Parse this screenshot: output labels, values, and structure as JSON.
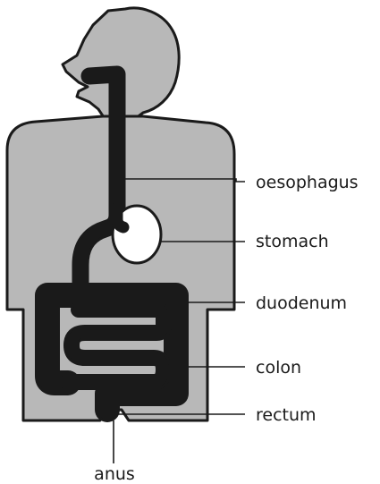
{
  "labels": {
    "oesophagus": "oesophagus",
    "stomach": "stomach",
    "duodenum": "duodenum",
    "colon": "colon",
    "rectum": "rectum",
    "anus": "anus"
  },
  "colors": {
    "body": "#b8b8b8",
    "outline": "#1a1a1a",
    "organ": "#ffffff",
    "stipple": "#1a1a1a"
  }
}
